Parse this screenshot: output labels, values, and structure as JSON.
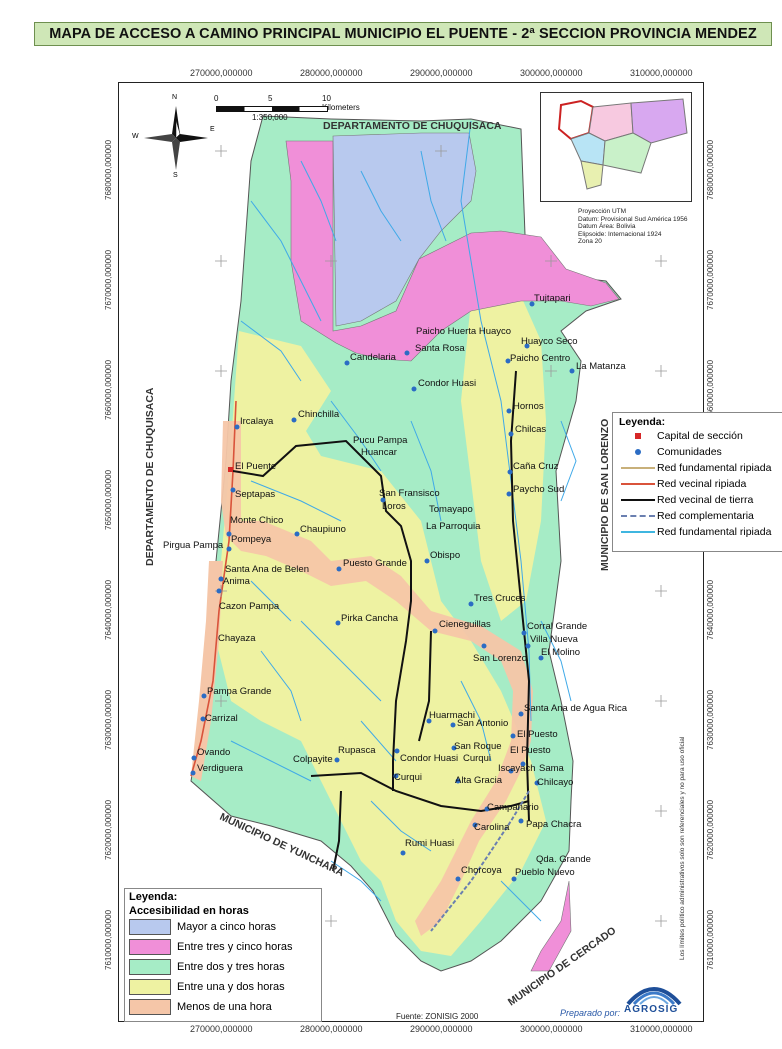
{
  "title": "MAPA DE ACCESO A CAMINO PRINCIPAL MUNICIPIO EL PUENTE - 2ª SECCION PROVINCIA MENDEZ",
  "x_ticks": [
    "270000,000000",
    "280000,000000",
    "290000,000000",
    "300000,000000",
    "310000,000000"
  ],
  "y_ticks": [
    "7680000,000000",
    "7670000,000000",
    "7660000,000000",
    "7650000,000000",
    "7640000,000000",
    "7630000,000000",
    "7620000,000000",
    "7610000,000000"
  ],
  "scale": {
    "zero": "0",
    "mid": "5",
    "end": "10 Kilometers",
    "ratio": "1:350,000"
  },
  "compass": {
    "n": "N",
    "s": "S",
    "e": "E",
    "w": "W"
  },
  "borders": {
    "north": "DEPARTAMENTO DE CHUQUISACA",
    "west": "DEPARTAMENTO DE CHUQUISACA",
    "east": "MUNICIPIO DE SAN LORENZO",
    "southwest": "MUNICIPIO DE YUNCHARA",
    "southeast": "MUNICIPIO DE CERCADO"
  },
  "inset_text": [
    "Proyección UTM",
    "Datum: Provisional Sud América 1956",
    "Datum Área: Bolivia",
    "Elipsoide: Internacional 1924",
    "Zona 20"
  ],
  "legend_right": {
    "title": "Leyenda:",
    "items": [
      {
        "label": "Capital de sección",
        "symbol": "square",
        "color": "#d62728"
      },
      {
        "label": "Comunidades",
        "symbol": "dot",
        "color": "#2b6cc4"
      },
      {
        "label": "Red fundamental ripiada",
        "symbol": "line",
        "color": "#c8b07a"
      },
      {
        "label": "Red vecinal ripiada",
        "symbol": "line",
        "color": "#d9533b"
      },
      {
        "label": "Red vecinal de tierra",
        "symbol": "line",
        "color": "#111111"
      },
      {
        "label": "Red complementaria",
        "symbol": "dashed",
        "color": "#6a7fb0"
      },
      {
        "label": "Red fundamental ripiada",
        "symbol": "line",
        "color": "#3fb6e0"
      }
    ]
  },
  "legend_left": {
    "title1": "Leyenda:",
    "title2": "Accesibilidad en horas",
    "classes": [
      {
        "label": "Mayor a cinco horas",
        "color": "#b8c9ee"
      },
      {
        "label": "Entre tres y cinco horas",
        "color": "#f08fd8"
      },
      {
        "label": "Entre dos y tres horas",
        "color": "#a6ecc6"
      },
      {
        "label": "Entre una y dos horas",
        "color": "#eef2a2"
      },
      {
        "label": "Menos de una hora",
        "color": "#f5c6a8"
      }
    ]
  },
  "communities": [
    {
      "name": "Tujtapari",
      "capital": false
    },
    {
      "name": "Paicho Huerta Huayco",
      "capital": false
    },
    {
      "name": "Huayco Seco",
      "capital": false
    },
    {
      "name": "Santa Rosa",
      "capital": false
    },
    {
      "name": "Candelaria",
      "capital": false
    },
    {
      "name": "Paicho Centro",
      "capital": false
    },
    {
      "name": "La Matanza",
      "capital": false
    },
    {
      "name": "Condor Huasi",
      "capital": false
    },
    {
      "name": "Hornos",
      "capital": false
    },
    {
      "name": "Ircalaya",
      "capital": false
    },
    {
      "name": "Chinchilla",
      "capital": false
    },
    {
      "name": "Chilcas",
      "capital": false
    },
    {
      "name": "Pucu Pampa",
      "capital": false
    },
    {
      "name": "Huancar",
      "capital": false
    },
    {
      "name": "El Puente",
      "capital": true
    },
    {
      "name": "Caña Cruz",
      "capital": false
    },
    {
      "name": "Paycho Sud",
      "capital": false
    },
    {
      "name": "Septapas",
      "capital": false
    },
    {
      "name": "San Fransisco",
      "capital": false
    },
    {
      "name": "Loros",
      "capital": false
    },
    {
      "name": "Tomayapo",
      "capital": false
    },
    {
      "name": "Monte Chico",
      "capital": false
    },
    {
      "name": "La Parroquia",
      "capital": false
    },
    {
      "name": "Chaupiuno",
      "capital": false
    },
    {
      "name": "Pirgua Pampa",
      "capital": false
    },
    {
      "name": "Pompeya",
      "capital": false
    },
    {
      "name": "Obispo",
      "capital": false
    },
    {
      "name": "Puesto Grande",
      "capital": false
    },
    {
      "name": "Santa Ana de Belen",
      "capital": false
    },
    {
      "name": "Anima",
      "capital": false
    },
    {
      "name": "Cazon Pampa",
      "capital": false
    },
    {
      "name": "Tres Cruces",
      "capital": false
    },
    {
      "name": "Pirka Cancha",
      "capital": false
    },
    {
      "name": "Cieneguillas",
      "capital": false
    },
    {
      "name": "Corral Grande",
      "capital": false
    },
    {
      "name": "Villa Nueva",
      "capital": false
    },
    {
      "name": "Chayaza",
      "capital": false
    },
    {
      "name": "San Lorenzo",
      "capital": false
    },
    {
      "name": "El Molino",
      "capital": false
    },
    {
      "name": "Pampa Grande",
      "capital": false
    },
    {
      "name": "Santa Ana de Agua Rica",
      "capital": false
    },
    {
      "name": "Carrizal",
      "capital": false
    },
    {
      "name": "Huarmachi",
      "capital": false
    },
    {
      "name": "San Antonio",
      "capital": false
    },
    {
      "name": "El Puesto",
      "capital": false
    },
    {
      "name": "Ovando",
      "capital": false
    },
    {
      "name": "Rupasca",
      "capital": false
    },
    {
      "name": "Colpayite",
      "capital": false
    },
    {
      "name": "San Roque",
      "capital": false
    },
    {
      "name": "Condor Huasi",
      "capital": false
    },
    {
      "name": "Curqui",
      "capital": false
    },
    {
      "name": "El Puesto",
      "capital": false
    },
    {
      "name": "Verdiguera",
      "capital": false
    },
    {
      "name": "Iscayach",
      "capital": false
    },
    {
      "name": "Sama",
      "capital": false
    },
    {
      "name": "Curqui",
      "capital": false
    },
    {
      "name": "Alta Gracia",
      "capital": false
    },
    {
      "name": "Chilcayo",
      "capital": false
    },
    {
      "name": "Campanario",
      "capital": false
    },
    {
      "name": "Papa Chacra",
      "capital": false
    },
    {
      "name": "Carolina",
      "capital": false
    },
    {
      "name": "Rumi Huasi",
      "capital": false
    },
    {
      "name": "Qda. Grande",
      "capital": false
    },
    {
      "name": "Chorcoya",
      "capital": false
    },
    {
      "name": "Pueblo Nuevo",
      "capital": false
    }
  ],
  "source": "Fuente: ZONISIG 2000",
  "prepared_by": "Preparado por:",
  "logo_text": "AGROSIG",
  "disclaimer": "Los límites político administrativos solo son referenciales y no para uso oficial"
}
